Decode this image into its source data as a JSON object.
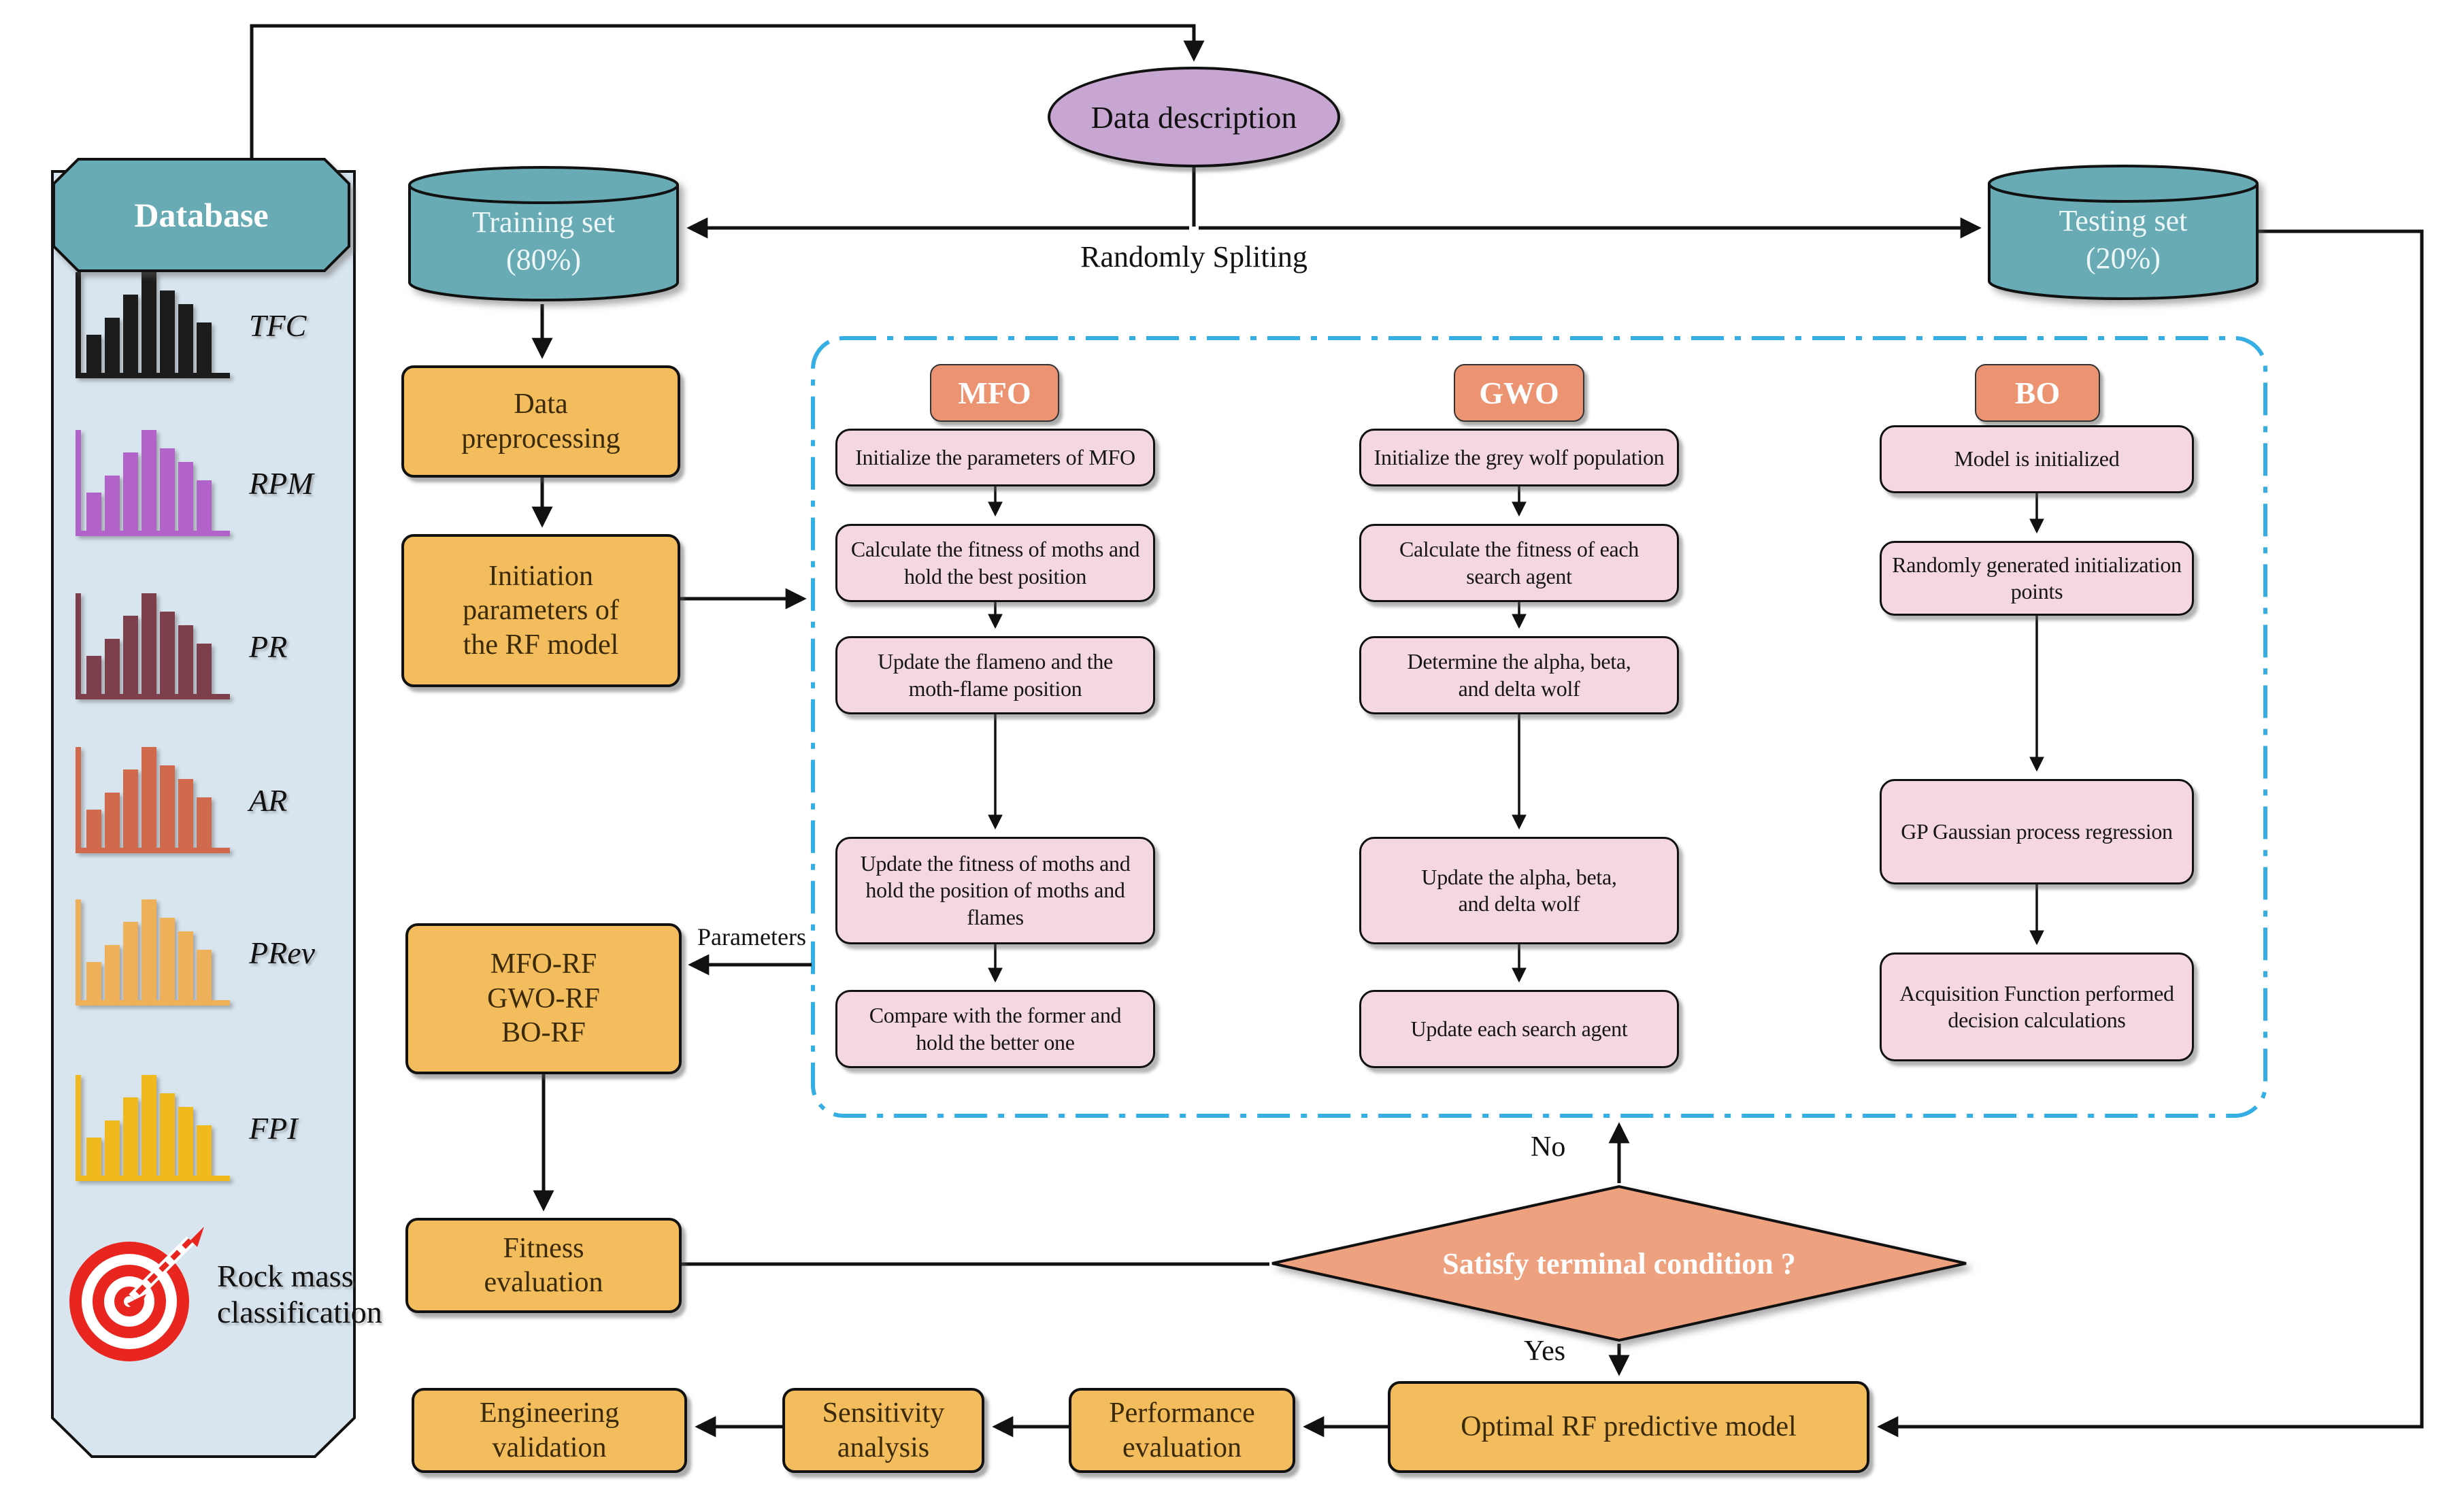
{
  "top": {
    "data_description": "Data description",
    "randomly_splitting": "Randomly Spliting"
  },
  "database": {
    "title": "Database",
    "features": [
      {
        "label": "TFC",
        "color": "#1c1c1c"
      },
      {
        "label": "RPM",
        "color": "#b263c9"
      },
      {
        "label": "PR",
        "color": "#7e3f4d"
      },
      {
        "label": "AR",
        "color": "#d16a4c"
      },
      {
        "label": "PRev",
        "color": "#eeb058"
      },
      {
        "label": "FPI",
        "color": "#f0b91d"
      }
    ],
    "target_label": "Rock mass\nclassification"
  },
  "datasets": {
    "training": "Training set\n(80%)",
    "testing": "Testing set\n(20%)"
  },
  "pipeline": {
    "data_preprocessing": "Data\npreprocessing",
    "initiation": "Initiation\nparameters of\nthe RF model",
    "models": "MFO-RF\nGWO-RF\nBO-RF",
    "parameters_label": "Parameters",
    "fitness": "Fitness\nevaluation",
    "decision": "Satisfy terminal condition ?",
    "no_label": "No",
    "yes_label": "Yes",
    "optimal": "Optimal RF predictive model",
    "performance": "Performance\nevaluation",
    "sensitivity": "Sensitivity\nanalysis",
    "engineering": "Engineering\nvalidation"
  },
  "algorithms": [
    {
      "name": "MFO",
      "steps": [
        "Initialize the parameters of MFO",
        "Calculate the fitness of moths and\nhold the best position",
        "Update the flameno and the\nmoth-flame position",
        "Update the fitness of moths and\nhold the position of moths and\nflames",
        "Compare with the former and\nhold the better one"
      ]
    },
    {
      "name": "GWO",
      "steps": [
        "Initialize the grey wolf population",
        "Calculate the fitness of each\nsearch agent",
        "Determine the alpha, beta,\nand delta wolf",
        "Update the alpha, beta,\nand delta wolf",
        "Update each search agent"
      ]
    },
    {
      "name": "BO",
      "steps": [
        "Model is initialized",
        "Randomly generated initialization\npoints",
        "GP Gaussian process regression",
        "Acquisition Function performed\ndecision calculations"
      ]
    }
  ],
  "colors": {
    "teal": "#68abb4",
    "lavender": "#c8a6d2",
    "orange": "#f3bc5c",
    "salmon_header": "#ec9472",
    "pink": "#f4d7e0",
    "diamond": "#eea17f",
    "dashed_border": "#35aee3",
    "sidebar_bg": "#d8e5ef",
    "target_red": "#e8251f"
  }
}
